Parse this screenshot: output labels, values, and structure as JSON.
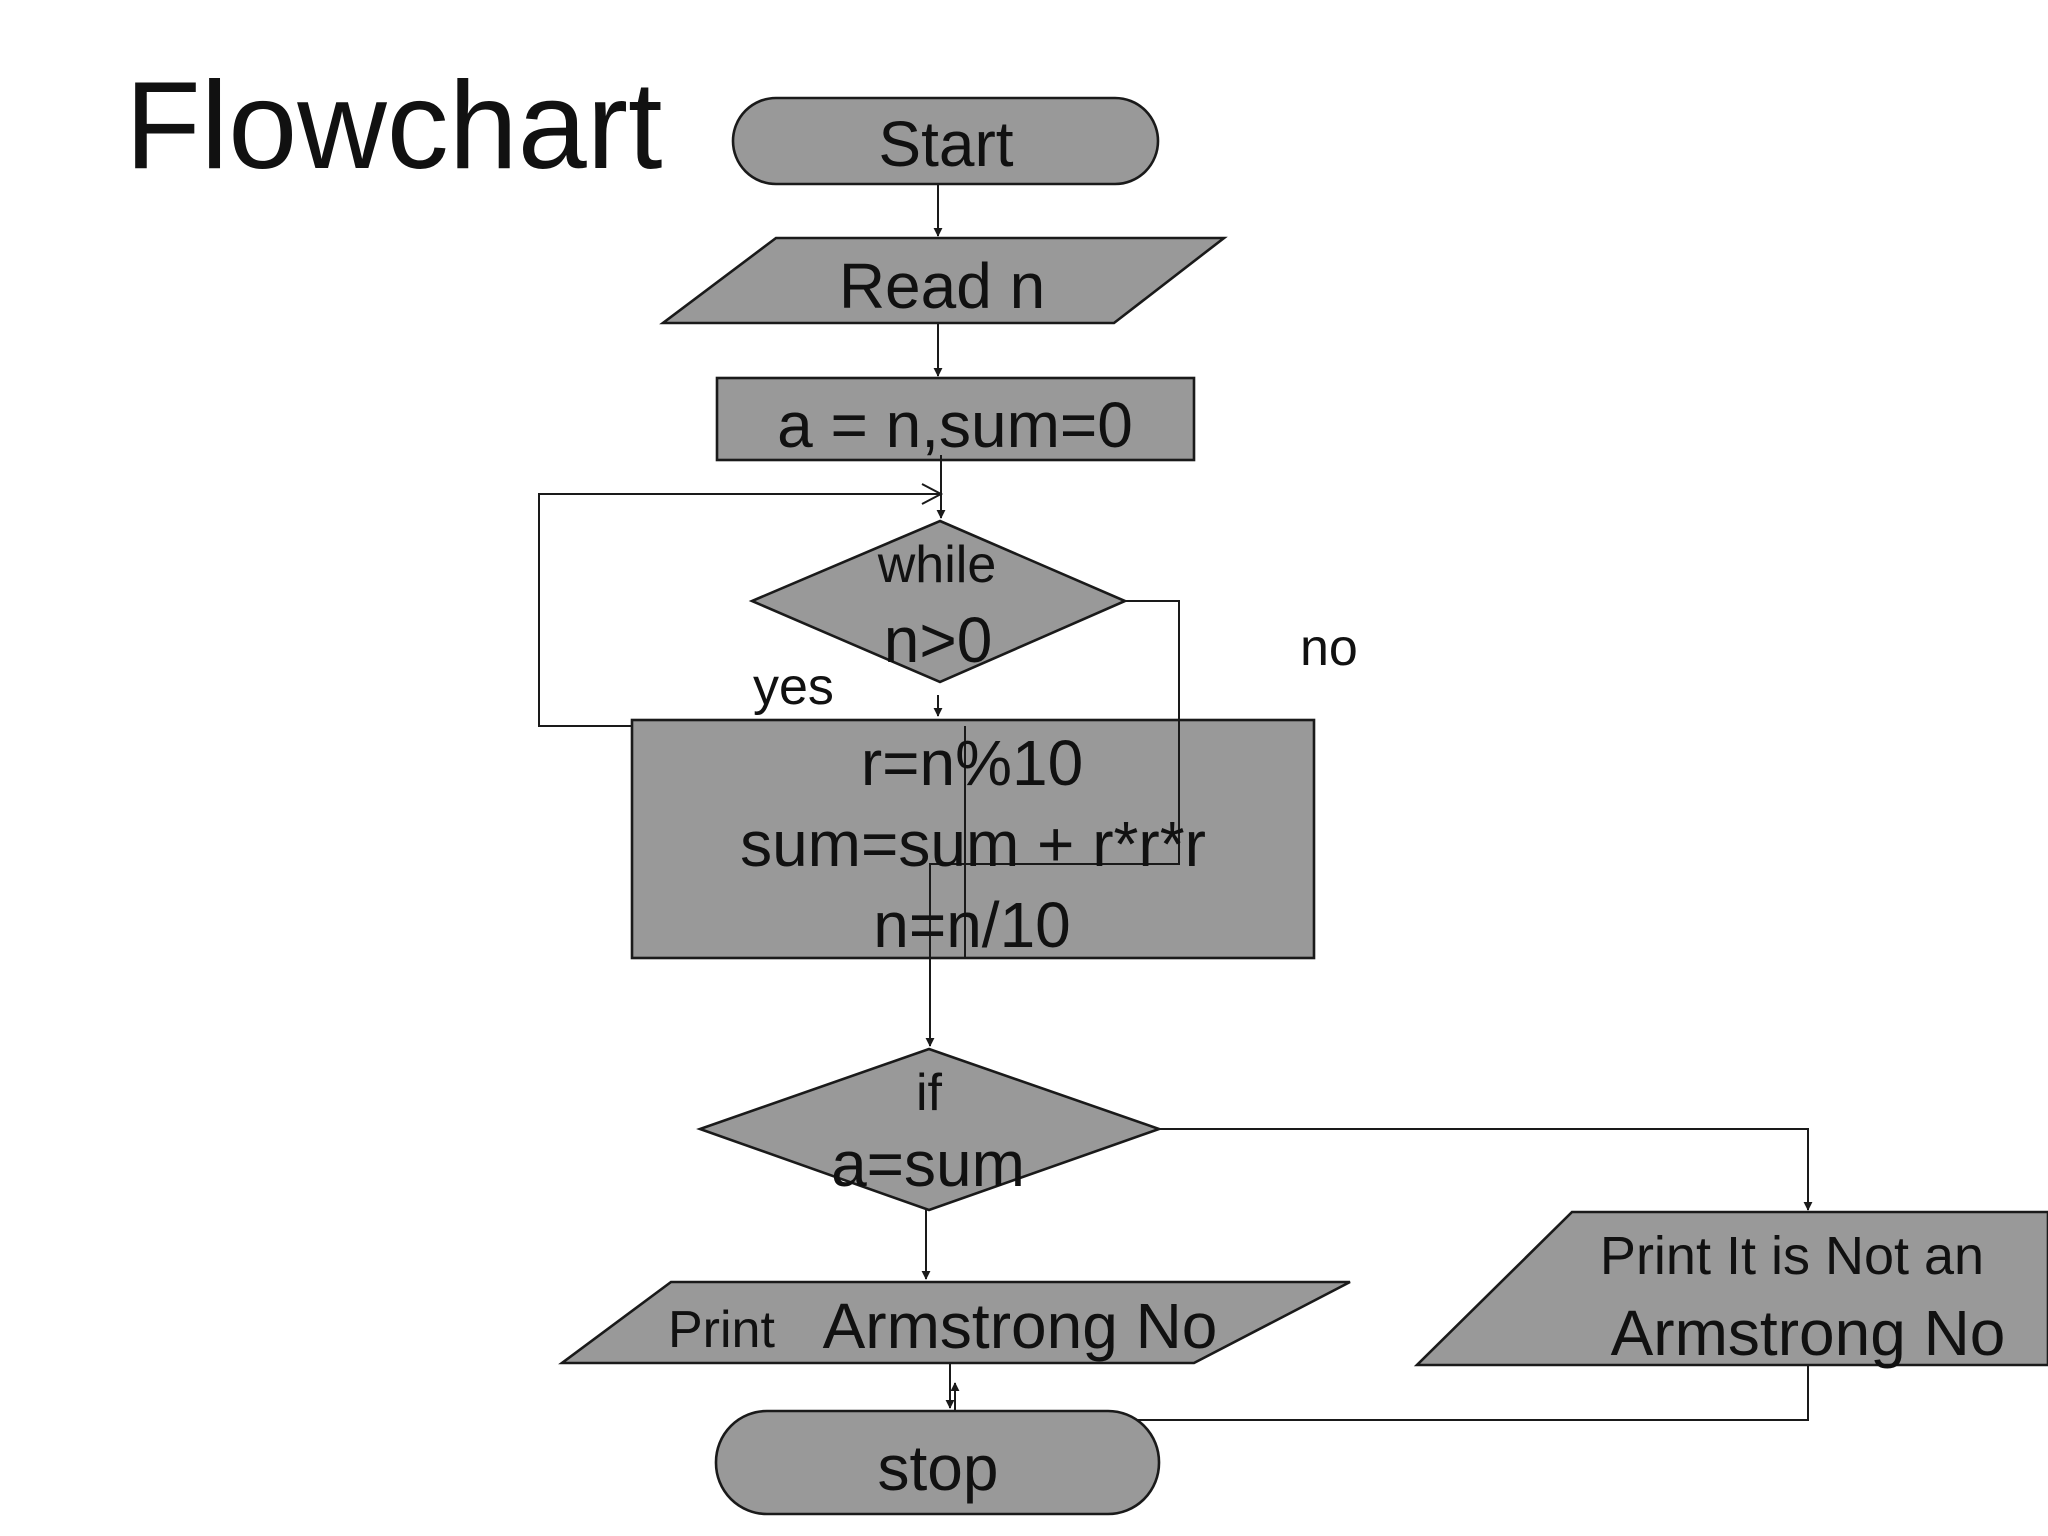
{
  "title": "Flowchart",
  "nodes": {
    "start": "Start",
    "read": "Read n",
    "init": "a = n,sum=0",
    "while_line1": "while",
    "while_line2": "n>0",
    "body_line1": "r=n%10",
    "body_line2": "sum=sum + r*r*r",
    "body_line3": "n=n/10",
    "if_line1": "if",
    "if_line2": "a=sum",
    "print_yes_prefix": "Print",
    "print_yes_main": "Armstrong No",
    "print_no_line1": "Print  It is Not an",
    "print_no_line2": "Armstrong No",
    "stop": "stop"
  },
  "labels": {
    "yes": "yes",
    "no": "no"
  }
}
